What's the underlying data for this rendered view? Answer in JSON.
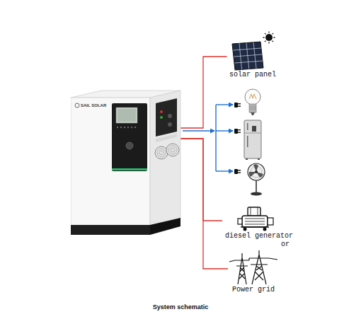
{
  "diagram": {
    "caption": "System schematic",
    "nodes": [
      {
        "text": [
          "SAIL SOLAR"
        ]
      },
      {
        "text": [
          "solar panel"
        ]
      },
      {
        "text": [
          "diesel generator"
        ]
      },
      {
        "text": [
          "Power grid"
        ]
      }
    ],
    "edges": [
      {
        "from": 0,
        "to": 1,
        "arrow": "none"
      },
      {
        "from": 0,
        "to": 2,
        "arrow": "none"
      },
      {
        "from": 0,
        "to": 3,
        "arrow": "none"
      }
    ],
    "labels": [
      "or"
    ]
  }
}
